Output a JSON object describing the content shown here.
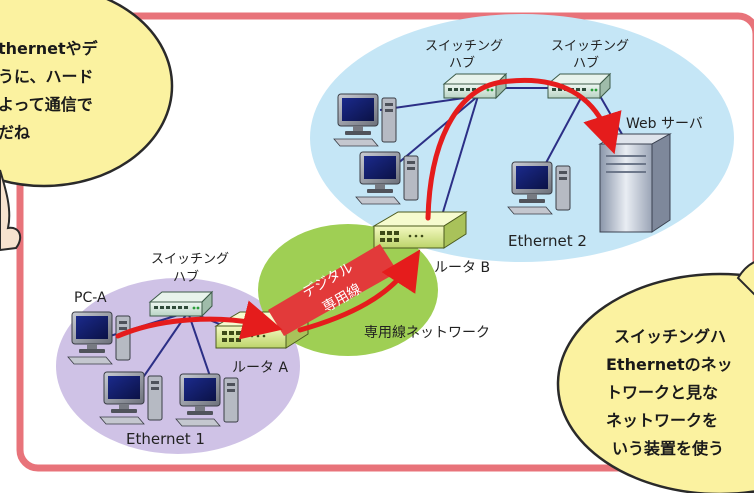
{
  "labels": {
    "switch_hub_lan1": [
      "スイッチング",
      "ハブ"
    ],
    "switch_hub_lan2_left": [
      "スイッチング",
      "ハブ"
    ],
    "switch_hub_lan2_right": [
      "スイッチング",
      "ハブ"
    ],
    "pc_a": "PC-A",
    "router_a": "ルータ A",
    "router_b": "ルータ B",
    "web_server": "Web サーバ",
    "ethernet_1": "Ethernet 1",
    "ethernet_2": "Ethernet 2",
    "leased_line_network": "専用線ネットワーク",
    "digital_leased_line": [
      "デジタル",
      "専用線"
    ]
  },
  "bubble_left": [
    "thernetやデ",
    "うに、ハード",
    "よって通信で",
    "だね"
  ],
  "bubble_right": [
    "スイッチングハ",
    "Ethernetのネッ",
    "トワークと見な",
    "ネットワークを",
    "いう装置を使う"
  ],
  "colors": {
    "frame": "#e8737a",
    "ethernet1_area": "#cfc2e6",
    "ethernet2_area": "#c5e6f6",
    "leased_area": "#9fcf54",
    "flow_arrow": "#e51c1c",
    "bubble": "#fbf2a0"
  }
}
